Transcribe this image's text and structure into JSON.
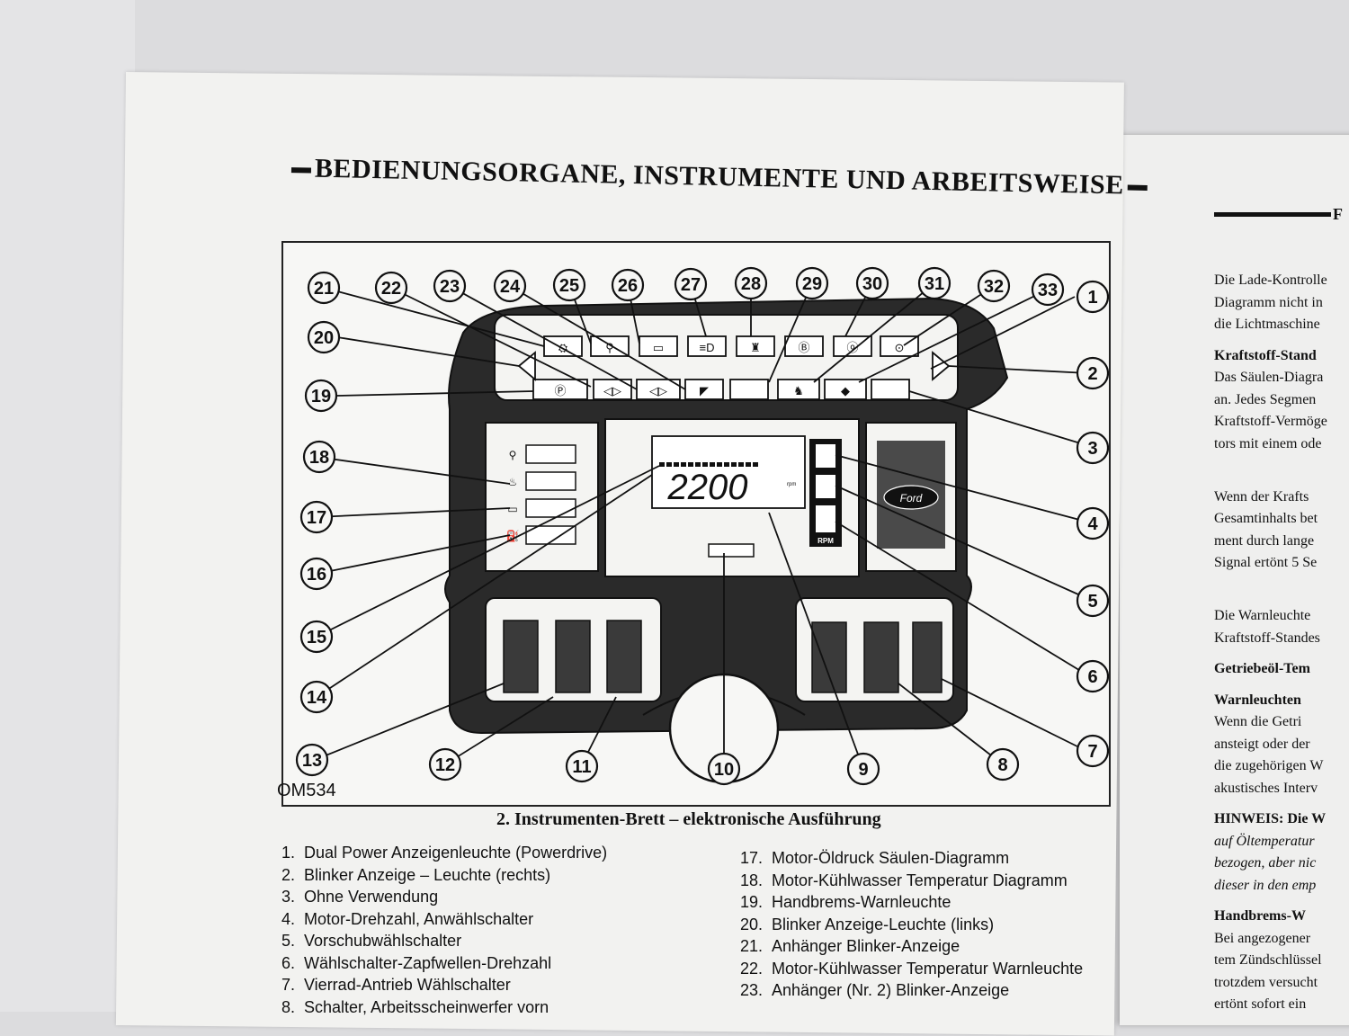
{
  "heading": "BEDIENUNGSORGANE, INSTRUMENTE UND ARBEITSWEISE",
  "figure_code": "OM534",
  "display_value": "2200",
  "display_unit": "RPM",
  "brand": "Ford",
  "callouts": [
    "1",
    "2",
    "3",
    "4",
    "5",
    "6",
    "7",
    "8",
    "9",
    "10",
    "11",
    "12",
    "13",
    "14",
    "15",
    "16",
    "17",
    "18",
    "19",
    "20",
    "21",
    "22",
    "23",
    "24",
    "25",
    "26",
    "27",
    "28",
    "29",
    "30",
    "31",
    "32",
    "33"
  ],
  "caption": "2. Instrumenten-Brett – elektronische Ausführung",
  "legend_left": [
    {
      "num": "1.",
      "text": "Dual Power Anzeigenleuchte (Powerdrive)"
    },
    {
      "num": "2.",
      "text": "Blinker Anzeige – Leuchte (rechts)"
    },
    {
      "num": "3.",
      "text": "Ohne Verwendung"
    },
    {
      "num": "4.",
      "text": "Motor-Drehzahl, Anwählschalter"
    },
    {
      "num": "5.",
      "text": "Vorschubwählschalter"
    },
    {
      "num": "6.",
      "text": "Wählschalter-Zapfwellen-Drehzahl"
    },
    {
      "num": "7.",
      "text": "Vierrad-Antrieb Wählschalter"
    },
    {
      "num": "8.",
      "text": "Schalter, Arbeitsscheinwerfer vorn"
    }
  ],
  "legend_right": [
    {
      "num": "17.",
      "text": "Motor-Öldruck Säulen-Diagramm"
    },
    {
      "num": "18.",
      "text": "Motor-Kühlwasser Temperatur Diagramm"
    },
    {
      "num": "19.",
      "text": "Handbrems-Warnleuchte"
    },
    {
      "num": "20.",
      "text": "Blinker Anzeige-Leuchte (links)"
    },
    {
      "num": "21.",
      "text": "Anhänger Blinker-Anzeige"
    },
    {
      "num": "22.",
      "text": "Motor-Kühlwasser Temperatur Warnleuchte"
    },
    {
      "num": "23.",
      "text": "Anhänger (Nr. 2) Blinker-Anzeige"
    }
  ],
  "right_page": {
    "head": "F",
    "lines": [
      {
        "k": "t",
        "text": "Die Lade-Kontrolle"
      },
      {
        "k": "t",
        "text": "Diagramm nicht in"
      },
      {
        "k": "t",
        "text": "die Lichtmaschine"
      },
      {
        "k": "h",
        "text": "Kraftstoff-Stand"
      },
      {
        "k": "t",
        "text": "Das Säulen-Diagra"
      },
      {
        "k": "t",
        "text": "an. Jedes Segmen"
      },
      {
        "k": "t",
        "text": "Kraftstoff-Vermöge"
      },
      {
        "k": "t",
        "text": "tors mit einem ode"
      },
      {
        "k": "h",
        "text": ""
      },
      {
        "k": "t",
        "text": "Wenn der Krafts"
      },
      {
        "k": "t",
        "text": "Gesamtinhalts bet"
      },
      {
        "k": "t",
        "text": "ment durch lange"
      },
      {
        "k": "t",
        "text": "Signal ertönt 5 Se"
      },
      {
        "k": "h",
        "text": ""
      },
      {
        "k": "t",
        "text": "Die Warnleuchte"
      },
      {
        "k": "t",
        "text": "Kraftstoff-Standes"
      },
      {
        "k": "h",
        "text": "Getriebeöl-Tem"
      },
      {
        "k": "h",
        "text": "Warnleuchten"
      },
      {
        "k": "t",
        "text": "Wenn die Getri"
      },
      {
        "k": "t",
        "text": "ansteigt oder der"
      },
      {
        "k": "t",
        "text": "die zugehörigen W"
      },
      {
        "k": "t",
        "text": "akustisches Interv"
      },
      {
        "k": "h",
        "text": "HINWEIS: Die W"
      },
      {
        "k": "i",
        "text": "auf Öltemperatur"
      },
      {
        "k": "i",
        "text": "bezogen, aber nic"
      },
      {
        "k": "i",
        "text": "dieser in den emp"
      },
      {
        "k": "h",
        "text": "Handbrems-W"
      },
      {
        "k": "t",
        "text": "Bei angezogener"
      },
      {
        "k": "t",
        "text": "tem Zündschlüssel"
      },
      {
        "k": "t",
        "text": "trotzdem versucht"
      },
      {
        "k": "t",
        "text": "ertönt sofort ein"
      }
    ]
  }
}
